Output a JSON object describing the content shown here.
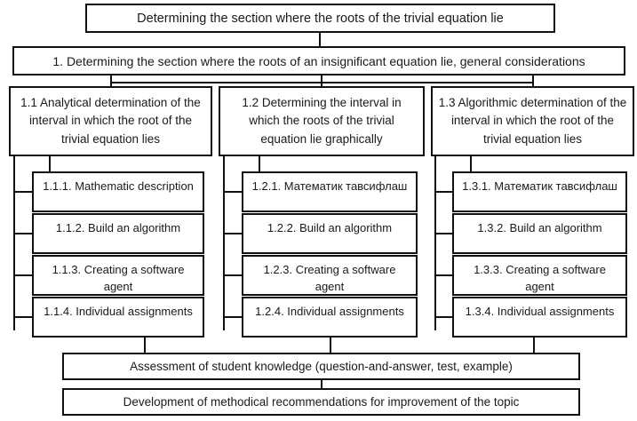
{
  "diagram": {
    "title_box": {
      "label": "Determining the section where the roots of the trivial equation lie"
    },
    "level1_box": {
      "label": "1. Determining the section where the roots of an insignificant equation lie, general considerations"
    },
    "columns": [
      {
        "id": "1.1",
        "header": "1.1 Analytical determination of the interval in which the root of the trivial equation lies",
        "items": [
          "1.1.1. Mathematic description",
          "1.1.2. Build an algorithm",
          "1.1.3. Creating a software agent",
          "1.1.4. Individual assignments"
        ]
      },
      {
        "id": "1.2",
        "header": "1.2 Determining the interval in which the roots of the trivial equation lie graphically",
        "items": [
          "1.2.1. Математик тавсифлаш",
          "1.2.2. Build an algorithm",
          "1.2.3. Creating a software agent",
          "1.2.4. Individual assignments"
        ]
      },
      {
        "id": "1.3",
        "header": "1.3 Algorithmic determination of the interval in which the root of the trivial equation lies",
        "items": [
          "1.3.1. Математик тавсифлаш",
          "1.3.2. Build an algorithm",
          "1.3.3. Creating a software agent",
          "1.3.4. Individual assignments"
        ]
      }
    ],
    "bottom_boxes": [
      "Assessment of student knowledge (question-and-answer, test, example)",
      "Development of methodical recommendations for improvement of the topic"
    ],
    "colors": {
      "border": "#111111",
      "background": "#ffffff",
      "text": "#1a1a1a"
    }
  }
}
